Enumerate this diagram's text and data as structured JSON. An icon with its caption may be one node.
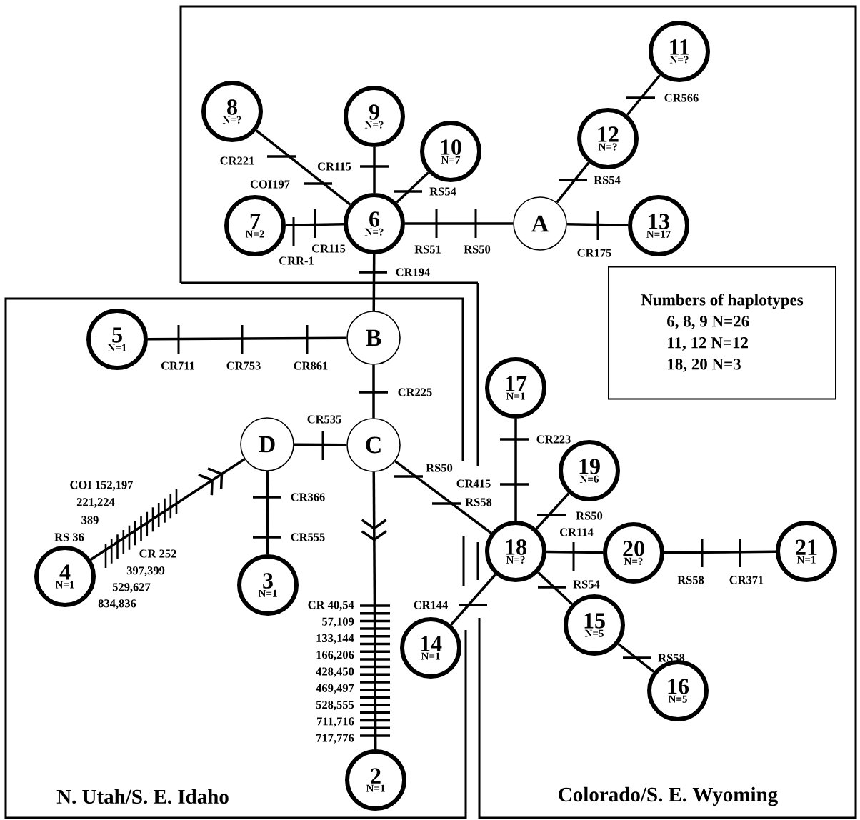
{
  "diagram": {
    "nodes": [
      {
        "text": [
          "11",
          "N=?"
        ]
      },
      {
        "text": [
          "8",
          "N=?"
        ]
      },
      {
        "text": [
          "9",
          "N=?"
        ]
      },
      {
        "text": [
          "12",
          "N=?"
        ]
      },
      {
        "text": [
          "10",
          "N=7"
        ]
      },
      {
        "text": [
          "7",
          "N=2"
        ]
      },
      {
        "text": [
          "6",
          "N=?"
        ]
      },
      {
        "text": [
          "A"
        ]
      },
      {
        "text": [
          "13",
          "N=17"
        ]
      },
      {
        "text": [
          "B"
        ]
      },
      {
        "text": [
          "5",
          "N=1"
        ]
      },
      {
        "text": [
          "Numbers of  haplotypes",
          "6, 8, 9 N=26",
          "11, 12 N=12",
          "18, 20 N=3"
        ]
      },
      {
        "text": [
          "17",
          "N=1"
        ]
      },
      {
        "text": [
          "D"
        ]
      },
      {
        "text": [
          "C"
        ]
      },
      {
        "text": [
          "19",
          "N=6"
        ]
      },
      {
        "text": [
          "4",
          "N=1"
        ]
      },
      {
        "text": [
          "18",
          "N=?"
        ]
      },
      {
        "text": [
          "20",
          "N=?"
        ]
      },
      {
        "text": [
          "21",
          "N=1"
        ]
      },
      {
        "text": [
          "3",
          "N=1"
        ]
      },
      {
        "text": [
          "14",
          "N=1"
        ]
      },
      {
        "text": [
          "15",
          "N=5"
        ]
      },
      {
        "text": [
          "16",
          "N=5"
        ]
      },
      {
        "text": [
          "2",
          "N=1"
        ]
      }
    ],
    "edges": [
      {
        "from": 6,
        "to": 1,
        "arrow": "none"
      },
      {
        "from": 6,
        "to": 2,
        "arrow": "none"
      },
      {
        "from": 6,
        "to": 4,
        "arrow": "none"
      },
      {
        "from": 5,
        "to": 6,
        "arrow": "none"
      },
      {
        "from": 6,
        "to": 7,
        "arrow": "none"
      },
      {
        "from": 7,
        "to": 3,
        "arrow": "none"
      },
      {
        "from": 3,
        "to": 0,
        "arrow": "none"
      },
      {
        "from": 7,
        "to": 8,
        "arrow": "none"
      },
      {
        "from": 6,
        "to": 9,
        "arrow": "none"
      },
      {
        "from": 10,
        "to": 9,
        "arrow": "none"
      },
      {
        "from": 9,
        "to": 14,
        "arrow": "none"
      },
      {
        "from": 13,
        "to": 14,
        "arrow": "none"
      },
      {
        "from": 16,
        "to": 13,
        "arrow": "to"
      },
      {
        "from": 13,
        "to": 20,
        "arrow": "none"
      },
      {
        "from": 14,
        "to": 24,
        "arrow": "to"
      },
      {
        "from": 14,
        "to": 17,
        "arrow": "none"
      },
      {
        "from": 17,
        "to": 12,
        "arrow": "none"
      },
      {
        "from": 17,
        "to": 15,
        "arrow": "none"
      },
      {
        "from": 17,
        "to": 18,
        "arrow": "none"
      },
      {
        "from": 18,
        "to": 19,
        "arrow": "none"
      },
      {
        "from": 17,
        "to": 21,
        "arrow": "none"
      },
      {
        "from": 17,
        "to": 22,
        "arrow": "none"
      },
      {
        "from": 22,
        "to": 23,
        "arrow": "none"
      }
    ],
    "labels": [
      "CR566",
      "CR221",
      "CR115",
      "RS54",
      "COI197",
      "RS54",
      "CR115",
      "RS51",
      "RS50",
      "CR175",
      "CRR-1",
      "CR194",
      "CR711",
      "CR753",
      "CR861",
      "CR225",
      "CR535",
      "CR223",
      "RS50",
      "CR415",
      "COI 152,197",
      "CR366",
      "RS58",
      "221,224",
      "RS50",
      "389",
      "CR114",
      "RS 36",
      "CR555",
      "CR 252",
      "397,399",
      "RS58",
      "CR371",
      "RS54",
      "529,627",
      "834,836",
      "CR144",
      "CR 40,54",
      "57,109",
      "133,144",
      "166,206",
      "428,450",
      "469,497",
      "528,555",
      "711,716",
      "717,776",
      "RS58",
      "N. Utah/S. E. Idaho",
      "Colorado/S. E. Wyoming"
    ]
  }
}
